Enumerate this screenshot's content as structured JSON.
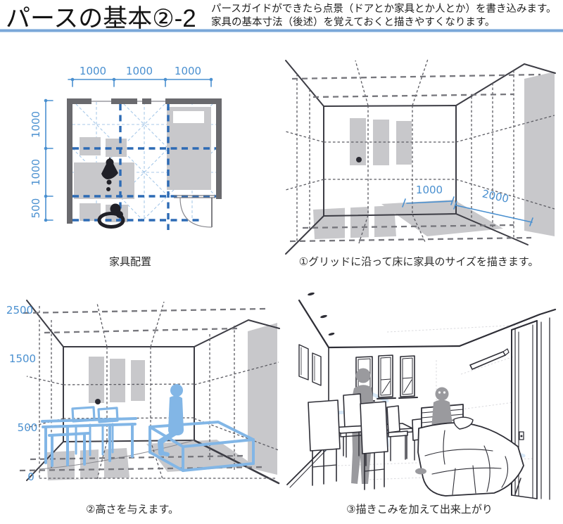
{
  "header": {
    "title": "パースの基本②-2",
    "desc1": "パースガイドができたら点景（ドアとか家具とか人とか）を書き込みます。",
    "desc2": "家具の基本寸法（後述）を覚えておくと描きやすくなります。"
  },
  "panels": {
    "floor_plan": {
      "caption": "家具配置",
      "dims_top": [
        "1000",
        "1000",
        "1000"
      ],
      "dims_left": [
        "1000",
        "1000",
        "500"
      ]
    },
    "perspective_grid": {
      "caption": "①グリッドに沿って床に家具のサイズを描きます。",
      "dim_back": "1000",
      "dim_right": "2000"
    },
    "heights": {
      "caption": "②高さを与えます。",
      "axis_labels": [
        "2500",
        "1500",
        "500",
        "0"
      ]
    },
    "finished": {
      "caption": "③描きこみを加えて出来上がり"
    }
  },
  "colors": {
    "dimension_blue": "#4a90d0",
    "grid_blue": "#2d6bb5",
    "light_blue": "#a8c9e9",
    "sketch_blue": "#82b6e6",
    "furniture_gray": "#c8c8cb",
    "wall_gray": "#6a6a6e",
    "silhouette_gray": "#9a9a9e",
    "divider_blue": "#7aa7d8"
  }
}
